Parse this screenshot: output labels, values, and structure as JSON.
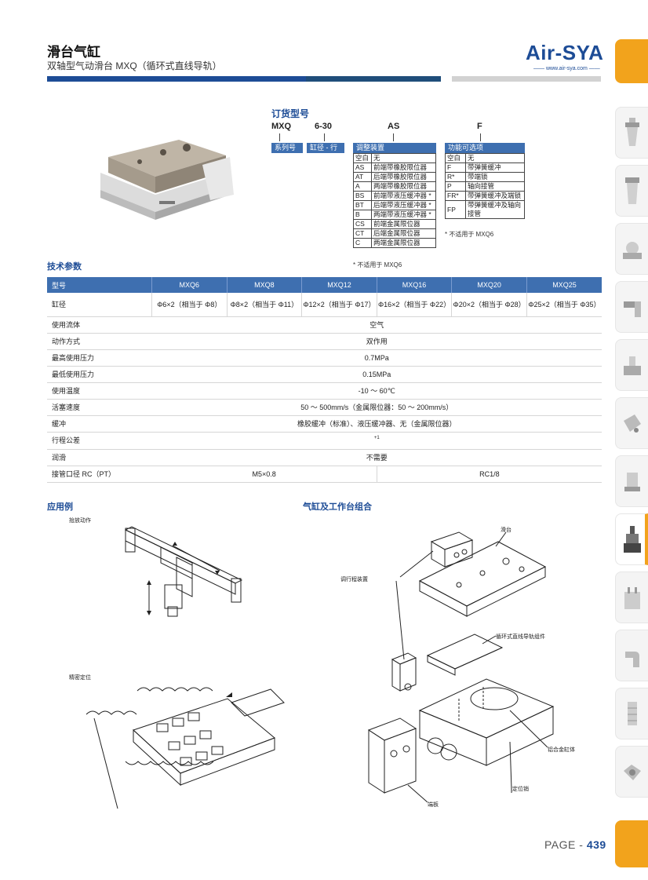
{
  "header": {
    "title": "滑台气缸",
    "subtitle": "双轴型气动滑台 MXQ（循环式直线导轨）",
    "logo": "Air-SYA",
    "logo_sub": "—— www.air-sya.com ——"
  },
  "colors": {
    "brand_blue": "#1d4c96",
    "accent_orange": "#f2a31c",
    "header_blue": "#3e6fb0"
  },
  "order": {
    "title": "订货型号",
    "codes": [
      "MXQ",
      "6-30",
      "AS",
      "F"
    ],
    "labels": [
      "系列号",
      "缸径 - 行程",
      "调整装置",
      "功能可选项"
    ],
    "adjust": [
      [
        "空白",
        "无"
      ],
      [
        "AS",
        "前端带橡胶限位器"
      ],
      [
        "AT",
        "后端带橡胶限位器"
      ],
      [
        "A",
        "两端带橡胶限位器"
      ],
      [
        "BS",
        "前端带液压缓冲器 *"
      ],
      [
        "BT",
        "后端带液压缓冲器 *"
      ],
      [
        "B",
        "两端带液压缓冲器 *"
      ],
      [
        "CS",
        "前端金属限位器"
      ],
      [
        "CT",
        "后端金属限位器"
      ],
      [
        "C",
        "两端金属限位器"
      ]
    ],
    "function": [
      [
        "空白",
        "无"
      ],
      [
        "F",
        "带弹簧缓冲"
      ],
      [
        "R*",
        "带端锁"
      ],
      [
        "P",
        "轴向接管"
      ],
      [
        "FR*",
        "带弹簧缓冲及端锁"
      ],
      [
        "FP",
        "带弹簧缓冲及轴向接管"
      ]
    ],
    "note_adjust": "* 不适用于 MXQ6",
    "note_function": "* 不适用于 MXQ6"
  },
  "spec": {
    "title": "技术参数",
    "headers": [
      "型号",
      "MXQ6",
      "MXQ8",
      "MXQ12",
      "MXQ16",
      "MXQ20",
      "MXQ25"
    ],
    "bore_label": "缸径",
    "bores": [
      "Φ6×2（相当于 Φ8）",
      "Φ8×2（相当于 Φ11）",
      "Φ12×2（相当于 Φ17）",
      "Φ16×2（相当于 Φ22）",
      "Φ20×2（相当于 Φ28）",
      "Φ25×2（相当于 Φ35）"
    ],
    "rows": [
      [
        "使用流体",
        "空气"
      ],
      [
        "动作方式",
        "双作用"
      ],
      [
        "最高使用压力",
        "0.7MPa"
      ],
      [
        "最低使用压力",
        "0.15MPa"
      ],
      [
        "使用温度",
        "-10 ～ 60℃"
      ],
      [
        "活塞速度",
        "50 ～ 500mm/s（金属限位器：50 ～ 200mm/s）"
      ],
      [
        "缓冲",
        "橡胶缓冲（标准）、液压缓冲器、无（金属限位器）"
      ],
      [
        "行程公差",
        "+1"
      ],
      [
        "润滑",
        "不需要"
      ]
    ],
    "port_label": "接管口径 RC（PT）",
    "ports": [
      "M5×0.8",
      "RC1/8"
    ]
  },
  "application": {
    "title": "应用例",
    "label_pick": "抬放动作",
    "label_precise": "精密定位"
  },
  "combination": {
    "title": "气缸及工作台组合",
    "labels": [
      "滑台",
      "调行程装置",
      "循环式直线导轨组件",
      "铝合金缸体",
      "定位销",
      "端板"
    ]
  },
  "page": {
    "label": "PAGE - ",
    "number": "439"
  }
}
